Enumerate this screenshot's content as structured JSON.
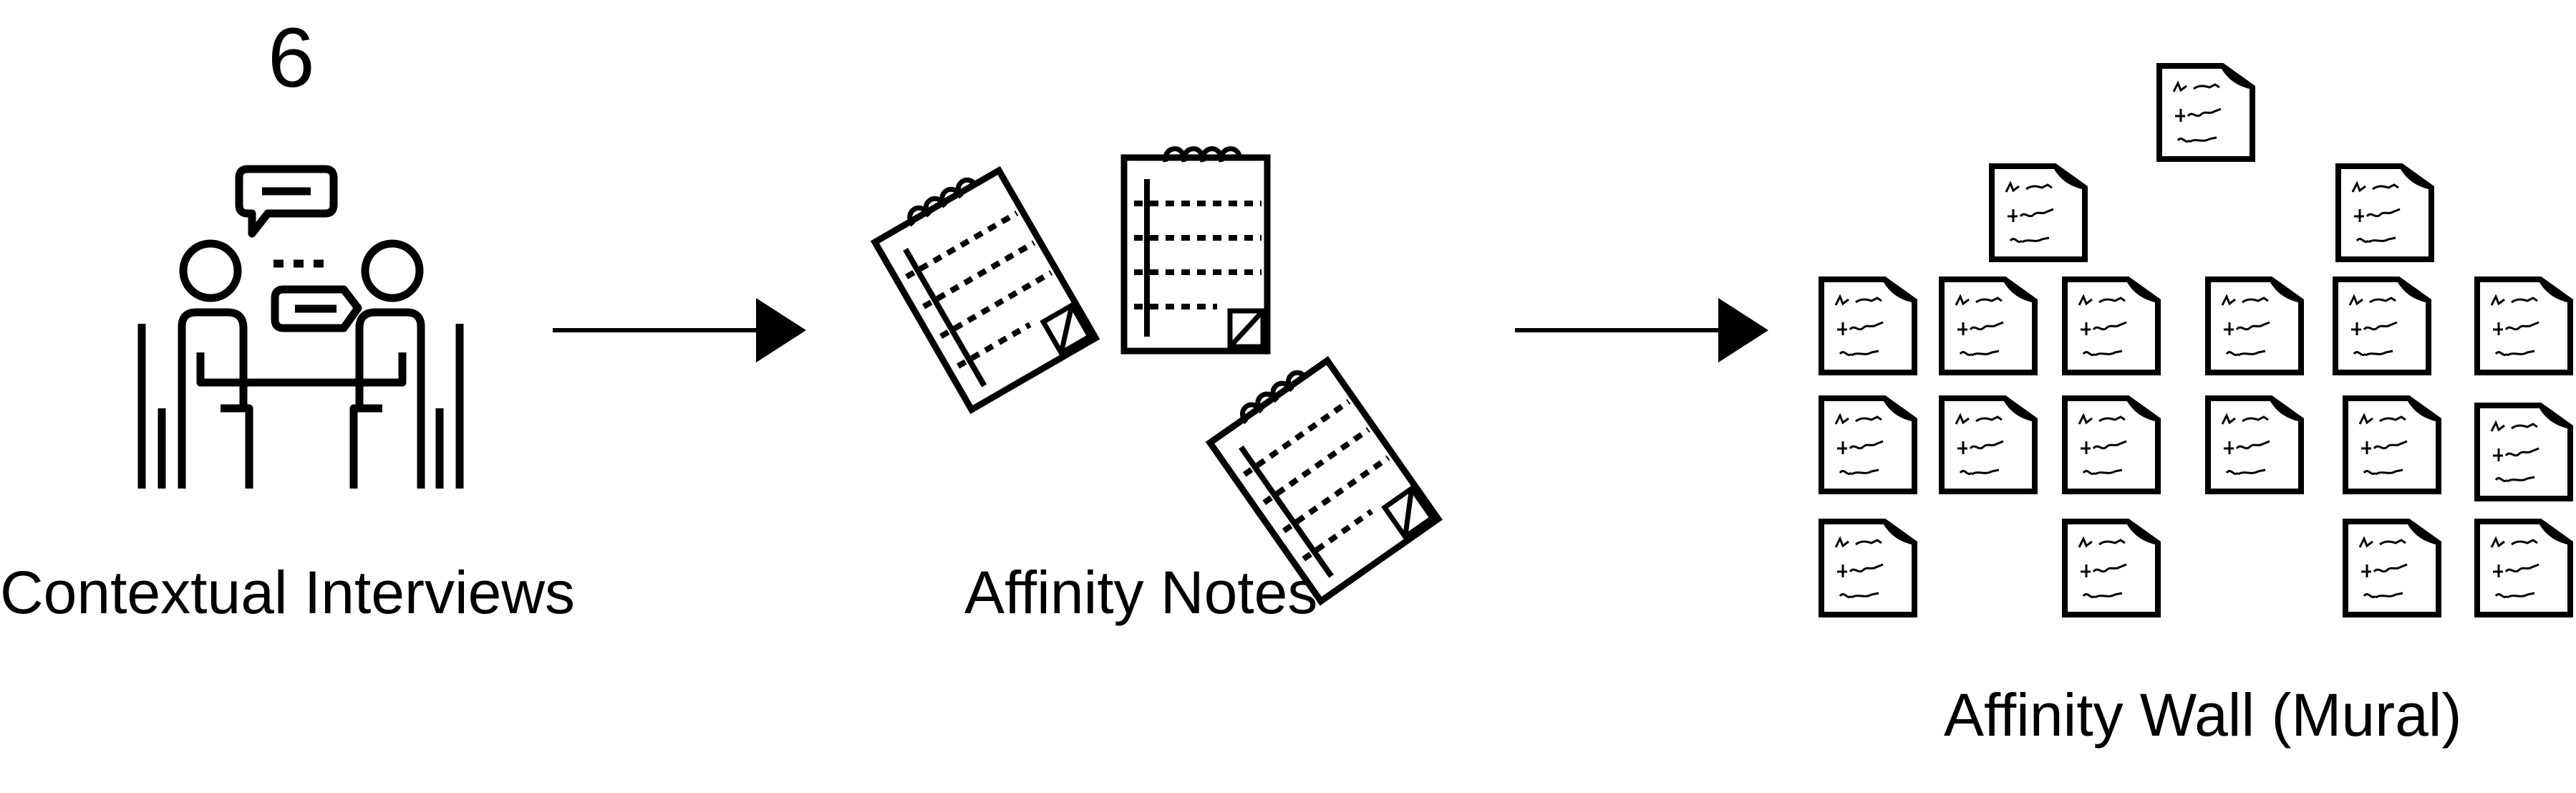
{
  "interview_count": "6",
  "steps": [
    {
      "label": "Contextual Interviews",
      "icon": "people-interview-icon"
    },
    {
      "label": "Affinity Notes",
      "icon": "notepads-icon"
    },
    {
      "label": "Affinity Wall (Mural)",
      "icon": "sticky-note-wall-icon"
    }
  ],
  "connectors": [
    "arrow-right-icon",
    "arrow-right-icon"
  ],
  "colors": {
    "stroke": "#000000",
    "background": "#ffffff"
  }
}
